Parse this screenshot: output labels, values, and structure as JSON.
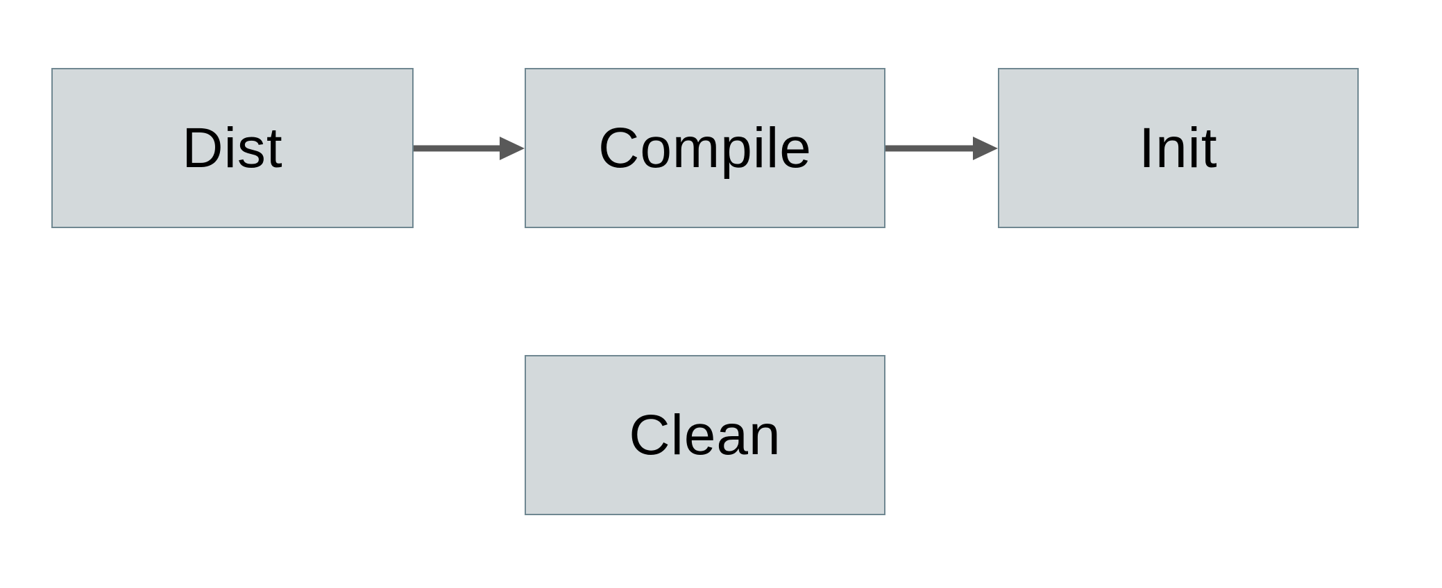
{
  "diagram": {
    "type": "flowchart",
    "nodes": [
      {
        "id": "dist",
        "label": "Dist"
      },
      {
        "id": "compile",
        "label": "Compile"
      },
      {
        "id": "init",
        "label": "Init"
      },
      {
        "id": "clean",
        "label": "Clean"
      }
    ],
    "edges": [
      {
        "from": "dist",
        "to": "compile",
        "direction": "right"
      },
      {
        "from": "compile",
        "to": "init",
        "direction": "right"
      }
    ],
    "colors": {
      "background": "#ffffff",
      "node_fill": "#d3d9db",
      "node_border": "#6f8791",
      "arrow": "#595959",
      "text": "#000000"
    }
  }
}
